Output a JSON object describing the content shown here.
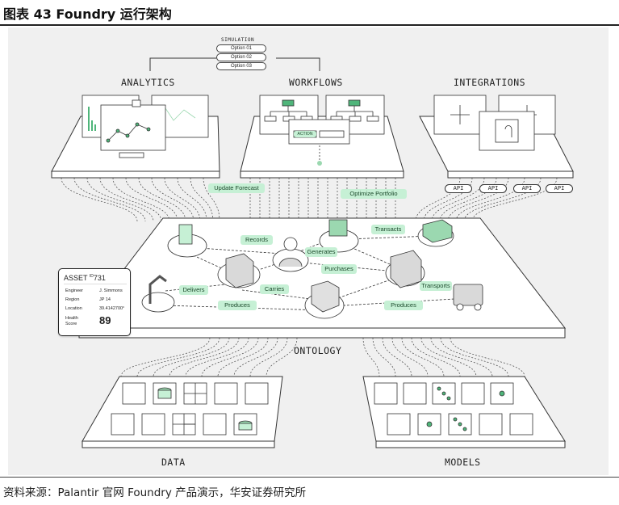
{
  "header": {
    "title": "图表  43 Foundry 运行架构"
  },
  "source": "资料来源：Palantir 官网 Foundry 产品演示，华安证券研究所",
  "sections": {
    "analytics": "ANALYTICS",
    "workflows": "WORKFLOWS",
    "integrations": "INTEGRATIONS",
    "ontology": "ONTOLOGY",
    "data": "DATA",
    "models": "MODELS"
  },
  "simulation": {
    "label": "SIMULATION",
    "options": [
      "Option 01",
      "Option 02",
      "Option 03"
    ]
  },
  "workflow_action": "ACTION",
  "api_labels": [
    "API",
    "API",
    "API",
    "API"
  ],
  "pills": {
    "update_forecast": "Update Forecast",
    "optimize_portfolio": "Optimize Portfolio",
    "records": "Records",
    "generates": "Generates",
    "transacts": "Transacts",
    "purchases": "Purchases",
    "delivers": "Delivers",
    "carries": "Carries",
    "transports": "Transports",
    "produces_left": "Produces",
    "produces_right": "Produces"
  },
  "asset_card": {
    "title": "ASSET",
    "id_prefix": "ID",
    "id": "731",
    "rows": [
      {
        "key": "Engineer",
        "value": "J. Simmons"
      },
      {
        "key": "Region",
        "value": "JP 14"
      },
      {
        "key": "Location",
        "value": "39.4142700°"
      }
    ],
    "health_label_1": "Health",
    "health_label_2": "Score",
    "health_value": "89"
  },
  "colors": {
    "accent": "#c6f0d5",
    "accent_dark": "#4fb57a",
    "line": "#333333",
    "background": "#f0f0f0"
  }
}
